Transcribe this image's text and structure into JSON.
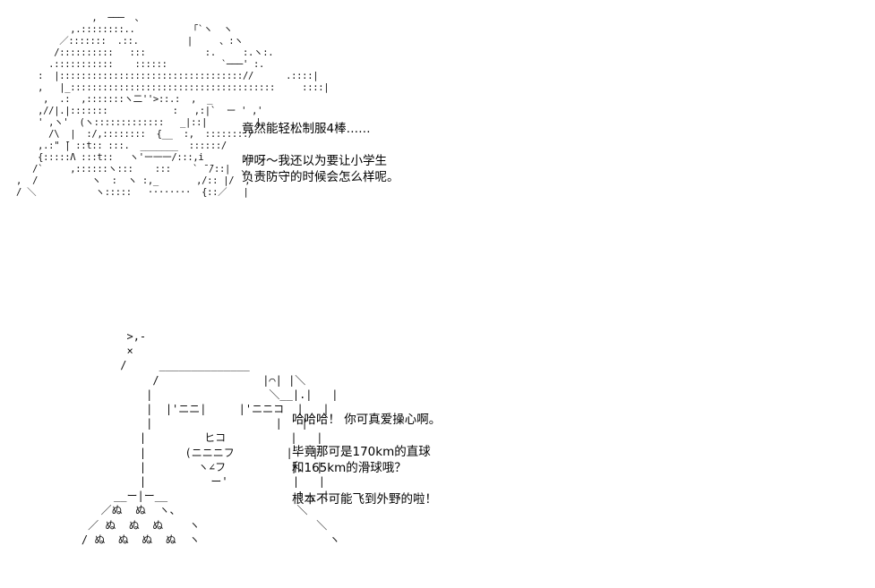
{
  "ascii_art": {
    "top": "                ,  ───  、\n            ,.::::::::..          「`ヽ  ヽ\n          ／:::::::  .::.         |     、:ヽ\n         /::::::::::   :::           :.     :.ヽ:.\n        .:::::::::::    ::::::          `───' :.\n      :  |:::::::::::::::::::::::::::::::::://      .::::|\n      ,   |_::::::::::::::::::::::::::::::::::::::     ::::|\n       ,  .:  ,:::::::ヽ二''>::.:  ,  _\n      ,//|.|:::::::            :   ,:|`  ー ' ,'\n      ' ,ヽ'  (ヽ:::::::::::::   _|::|         |\n        /\\  |  :/,::::::::  {__  :,  ::::::::/\n      ,.:\" ̄| ::t:: :::.  _______  ::::::/\n      {:::::Λ :::t::   ヽ'ー一一/:::,i\n     /`     ,::::::ヽ:::    :::    ` ̄ ̄/::|  、\n  ,  /          ヽ  :  ヽ :,_       ,/:: |/  ,\n  / ＼           ヽ:::::   ········  {::／   |",
    "bottom": "           >,-\n           ×\n          /     ______________\n               /                |⌒| |＼\n              |                  ＼__|.|   |\n              |  |'ニニ|     |'ニニコ  |   |\n              |                   |   |\n             |         ヒコ          |   |\n             |      (ニニニフ        |   |\n             |        ヽ∠フ          |.  |\n             |          ー'          |   |\n         __ー|ー__                    !-, |\n       ／ぬ  ぬ  ヽ、                  ＼\n     ／ ぬ  ぬ  ぬ    ヽ                  ＼\n    / ぬ  ぬ  ぬ  ぬ  ヽ                    ヽ"
  },
  "dialogue": {
    "top": [
      "竟然能轻松制服4棒……",
      "咿呀～我还以为要让小学生",
      "负责防守的时候会怎么样呢。"
    ],
    "bottom": [
      "哈哈哈！  你可真爱操心啊。",
      "毕竟那可是170km的直球",
      "和165km的滑球哦？",
      "根本不可能飞到外野的啦！"
    ]
  },
  "colors": {
    "background": "#ffffff",
    "text": "#000000"
  }
}
